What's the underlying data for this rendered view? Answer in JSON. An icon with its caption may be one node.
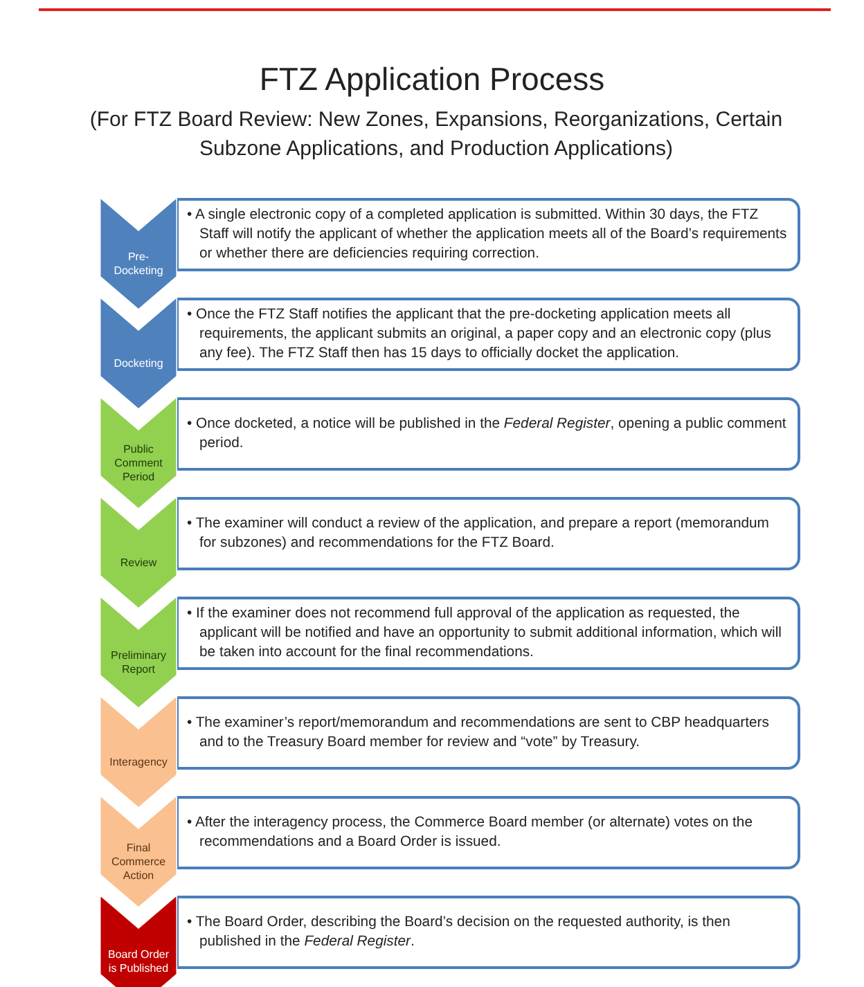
{
  "diagram": {
    "title": "FTZ Application Process",
    "nodes": [
      {
        "text": [
          "Pre-Docketing"
        ]
      },
      {
        "text": [
          "• A single electronic copy of a completed application is submitted. Within 30 days, the FTZ Staff will notify the applicant of whether the application meets all of the Board’s requirements or whether there are deficiencies requiring correction."
        ]
      },
      {
        "text": [
          "Docketing"
        ]
      },
      {
        "text": [
          "• Once the FTZ Staff notifies the applicant that the pre-docketing application meets all requirements, the applicant submits an original, a paper copy and an electronic copy (plus any fee). The FTZ Staff then has 15 days to officially docket the application."
        ]
      },
      {
        "text": [
          "Public Comment Period"
        ]
      },
      {
        "text": [
          "• Once docketed, a notice will be published in the *Federal Register*, opening a public comment period."
        ]
      },
      {
        "text": [
          "Review"
        ]
      },
      {
        "text": [
          "• The examiner will conduct a review of the application, and prepare a report (memorandum for subzones) and recommendations for the FTZ Board."
        ]
      },
      {
        "text": [
          "Preliminary Report"
        ]
      },
      {
        "text": [
          "• If the examiner does not recommend full approval of the application as requested, the applicant will be notified and have an opportunity to submit additional information, which will be taken into account for the final recommendations."
        ]
      },
      {
        "text": [
          "Interagency"
        ]
      },
      {
        "text": [
          "• The examiner’s report/memorandum and recommendations are sent to CBP headquarters and to the Treasury Board member for review and “vote” by Treasury."
        ]
      },
      {
        "text": [
          "Final Commerce Action"
        ]
      },
      {
        "text": [
          "• After the interagency process, the Commerce Board member (or alternate) votes on the recommendations and a Board Order is issued."
        ]
      },
      {
        "text": [
          "Board Order is Published"
        ]
      },
      {
        "text": [
          "• The Board Order, describing the Board’s decision on the requested authority, is then published in the *Federal Register*."
        ]
      }
    ],
    "edges": [],
    "labels": [
      "(For FTZ Board Review: New Zones, Expansions, Reorganizations, Certain Subzone Applications, and Production Applications)"
    ]
  }
}
